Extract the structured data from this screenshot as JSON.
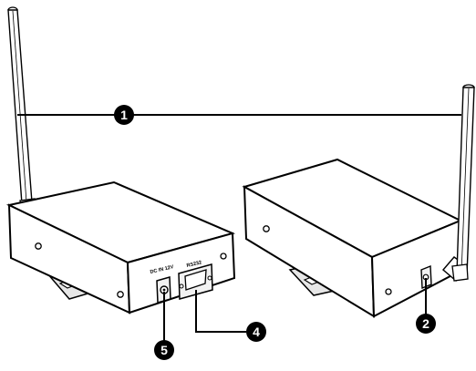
{
  "callouts": [
    {
      "number": "1",
      "part": "antenna"
    },
    {
      "number": "2",
      "part": "side-port"
    },
    {
      "number": "4",
      "part": "rs232-port"
    },
    {
      "number": "5",
      "part": "dc-power-jack"
    }
  ],
  "device_labels": {
    "power": "DC IN 12V",
    "serial": "RS232"
  },
  "colors": {
    "line": "#000000",
    "fill": "#ffffff",
    "shade": "#e6e6e6",
    "dark_face": "#f2f2f2"
  }
}
